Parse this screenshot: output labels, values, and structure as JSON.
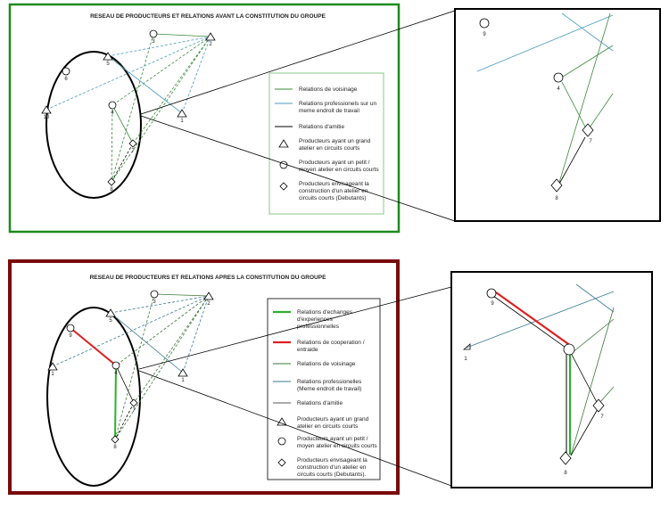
{
  "before": {
    "title": "RESEAU DE PRODUCTEURS ET RELATIONS AVANT LA CONSTITUTION DU GROUPE",
    "frame_color": "#1e8a1e",
    "legend": [
      {
        "kind": "line",
        "color": "#3b8a3b",
        "lines": [
          "Relations de voisinage"
        ]
      },
      {
        "kind": "line",
        "color": "#4a9ac0",
        "lines": [
          "Relations professionels sur un",
          "meme endroit de travail"
        ]
      },
      {
        "kind": "line",
        "color": "#000000",
        "lines": [
          "Relations d'amitie"
        ]
      },
      {
        "kind": "triangle",
        "lines": [
          "Producteurs ayant un grand",
          "atelier en circuits courts"
        ]
      },
      {
        "kind": "circle",
        "lines": [
          "Producteurs ayant un petit /",
          "moyen atelier en circuits courts"
        ]
      },
      {
        "kind": "diamond",
        "lines": [
          "Producteurs envisageant la",
          "construction d'un atelier en",
          "circuits courts (Debutants)"
        ]
      }
    ],
    "nodes": [
      "1",
      "2",
      "3",
      "4",
      "5",
      "6",
      "7",
      "8",
      "10"
    ]
  },
  "after": {
    "title": "RESEAU DE PRODUCTEURS ET RELATIONS APRES LA CONSTITUTION DU GROUPE",
    "frame_color": "#7a0a0a",
    "legend": [
      {
        "kind": "line",
        "color": "#2db02d",
        "thick": true,
        "lines": [
          "Relations d'echanges",
          "d'experiences",
          "professionnelles"
        ]
      },
      {
        "kind": "line",
        "color": "#e02020",
        "thick": true,
        "lines": [
          "Relations de cooperation /",
          "entraide"
        ]
      },
      {
        "kind": "line",
        "color": "#3b7a3b",
        "lines": [
          "Relations de voisinage"
        ]
      },
      {
        "kind": "line",
        "color": "#3a7a90",
        "lines": [
          "Relations professionelles",
          "(Meme endroit de travail)"
        ]
      },
      {
        "kind": "line",
        "color": "#555555",
        "lines": [
          "Relations d'amitie"
        ]
      },
      {
        "kind": "triangle",
        "lines": [
          "Producteurs ayant un grand",
          "atelier en circuits courts"
        ]
      },
      {
        "kind": "circle",
        "lines": [
          "Producteurs ayant un petit /",
          "moyen atelier en circuits courts"
        ]
      },
      {
        "kind": "diamond",
        "lines": [
          "Producteurs envisageant la",
          "construction d'un atelier en",
          "circuits courts (Debutants)."
        ]
      }
    ]
  },
  "zoom_before_labels": {
    "n9": "9",
    "n4": "4",
    "n7": "7",
    "n8": "8"
  },
  "zoom_after_labels": {
    "n9": "9",
    "n1": "1",
    "n7": "7",
    "n8": "8"
  }
}
